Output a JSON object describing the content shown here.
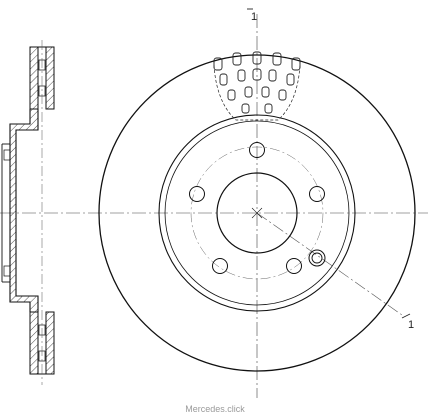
{
  "drawing": {
    "section_marks": [
      "1",
      "1"
    ],
    "watermark": "Mercedes.click"
  }
}
